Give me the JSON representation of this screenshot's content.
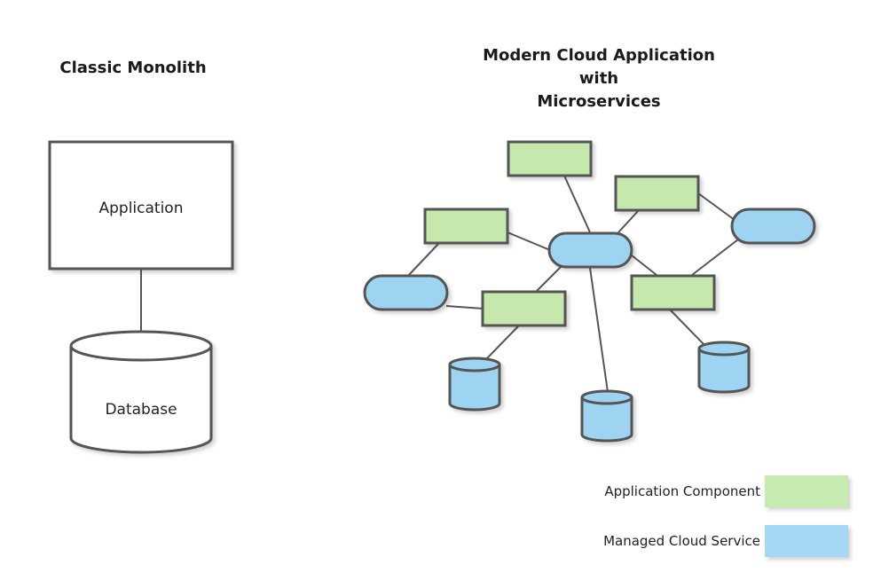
{
  "titles": {
    "left": "Classic Monolith",
    "right_line1": "Modern Cloud Application with",
    "right_line2": "Microservices"
  },
  "monolith": {
    "application_label": "Application",
    "database_label": "Database"
  },
  "legend": {
    "component_label": "Application Component",
    "service_label": "Managed Cloud Service"
  },
  "colors": {
    "component_fill": "#c7e8ad",
    "service_fill": "#9fd3f2",
    "outline": "#555555",
    "legend_component": "#c7eab0",
    "legend_service": "#a6d8f5"
  }
}
